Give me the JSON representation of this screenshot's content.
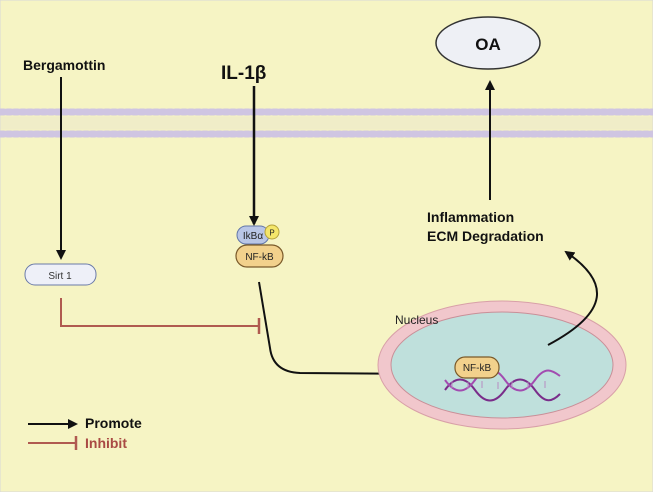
{
  "diagram": {
    "bergamottin": "Bergamottin",
    "il1b": "IL-1β",
    "oa": "OA",
    "outcome_line1": "Inflammation",
    "outcome_line2": "ECM Degradation",
    "sirt1": "Sirt 1",
    "ikba": "IkBα",
    "phospho": "P",
    "nfkb_cyto": "NF-kB",
    "nucleus": "Nucleus",
    "nfkb_nuclear": "NF-kB"
  },
  "legend": {
    "promote": "Promote",
    "inhibit": "Inhibit"
  },
  "colors": {
    "background": "#f6f4c4",
    "membrane": "#cfc5e2",
    "promote_arrow": "#111111",
    "inhibit_line": "#b05a50",
    "inhibit_text": "#a94a44",
    "nucleus_outer": "#f1c7cc",
    "nucleus_inner": "#bfe0dc",
    "nfkb_fill": "#f2d18c",
    "dna": "#7a2d8a"
  }
}
